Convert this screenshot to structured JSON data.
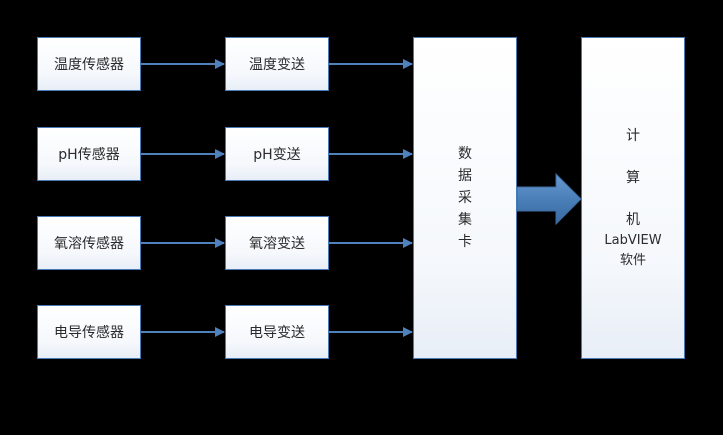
{
  "sensors": [
    {
      "label": "温度传感器"
    },
    {
      "label": "pH传感器"
    },
    {
      "label": "氧溶传感器"
    },
    {
      "label": "电导传感器"
    }
  ],
  "transmitters": [
    {
      "label": "温度变送"
    },
    {
      "label": "pH变送"
    },
    {
      "label": "氧溶变送"
    },
    {
      "label": "电导变送"
    }
  ],
  "daq": {
    "chars": [
      "数",
      "据",
      "采",
      "集",
      "卡"
    ]
  },
  "computer": {
    "chars": [
      "计",
      "算",
      "机"
    ],
    "software_name": "LabVIEW",
    "software_label": "软件"
  },
  "colors": {
    "background": "#000000",
    "box_border": "#4a7ab5",
    "arrow": "#4f81bd",
    "big_arrow": "#4a7fb8"
  }
}
